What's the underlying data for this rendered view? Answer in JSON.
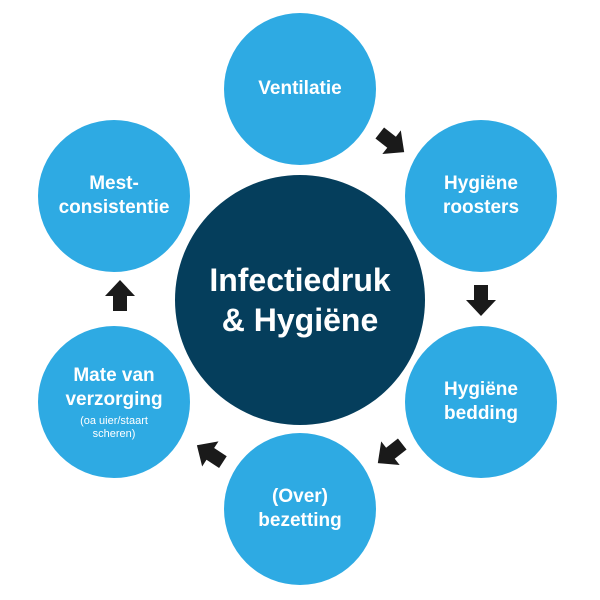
{
  "center": {
    "line1": "Infectiedruk",
    "line2": "& Hygiëne"
  },
  "nodes": [
    {
      "id": "ventilatie",
      "line1": "Ventilatie"
    },
    {
      "id": "hygiene-roosters",
      "line1": "Hygiëne",
      "line2": "roosters"
    },
    {
      "id": "hygiene-bedding",
      "line1": "Hygiëne",
      "line2": "bedding"
    },
    {
      "id": "bezetting",
      "line1": "(Over)",
      "line2": "bezetting"
    },
    {
      "id": "mate-van-verzorging",
      "line1": "Mate van",
      "line2": "verzorging",
      "sub1": "(oa uier/staart",
      "sub2": "scheren)"
    },
    {
      "id": "mest-consistentie",
      "line1": "Mest-",
      "line2": "consistentie"
    }
  ],
  "colors": {
    "outer_circle": "#2eaae3",
    "center_circle": "#053e5c",
    "arrow": "#1a1a1a",
    "text": "#ffffff"
  }
}
